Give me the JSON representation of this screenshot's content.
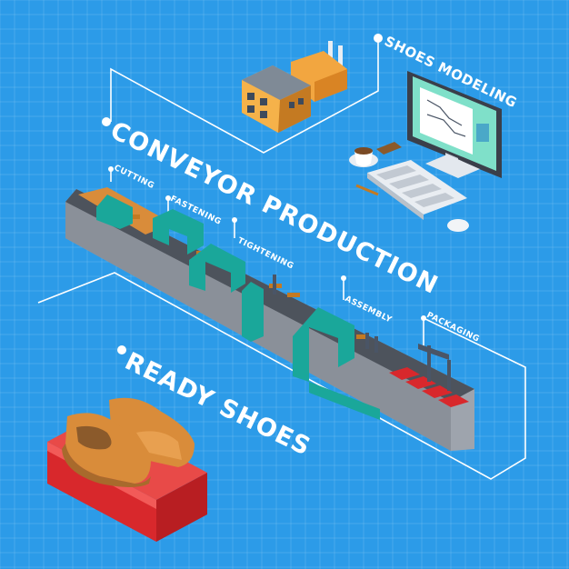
{
  "labels": {
    "title": "CONVEYOR PRODUCTION",
    "shoes_modeling": "SHOES MODELING",
    "ready_shoes": "READY SHOES"
  },
  "stages": [
    "CUTTING",
    "FASTENING",
    "TIGHTENING",
    "ASSEMBLY",
    "PACKAGING"
  ],
  "colors": {
    "background": "#2c9be8",
    "machine": "#1aa79a",
    "conveyor": "#9ea4ad",
    "box": "#d8282c",
    "shoe": "#d98c3a",
    "factory": "#f2a640",
    "monitor_screen": "#7fe0c9"
  },
  "icons": [
    "factory-icon",
    "computer-workstation-icon",
    "coffee-cup-icon",
    "shoe-box-icon",
    "shoe-icon"
  ]
}
